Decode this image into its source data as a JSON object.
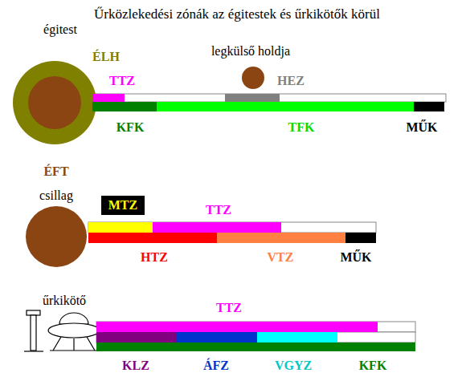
{
  "diagram": {
    "title": "Űrközlekedési zónák az égitestek és űrkikötők körül",
    "nodes": [
      {
        "text": [
          "ÉLH"
        ]
      },
      {
        "text": [
          "ÉFT"
        ],
        "in": 0
      },
      {
        "text": [
          "TTZ"
        ]
      },
      {
        "text": [
          "legkülső holdja"
        ]
      },
      {
        "text": [
          "HEZ"
        ]
      },
      {
        "text": [
          "KFK"
        ]
      },
      {
        "text": [
          "TFK"
        ]
      },
      {
        "text": [
          "MŰK"
        ]
      },
      {
        "text": [
          "csillag"
        ]
      },
      {
        "text": [
          "MTZ"
        ]
      },
      {
        "text": [
          "TTZ"
        ]
      },
      {
        "text": [
          "HTZ"
        ]
      },
      {
        "text": [
          "VTZ"
        ]
      },
      {
        "text": [
          "MŰK"
        ]
      },
      {
        "text": [
          "TTZ"
        ]
      },
      {
        "text": [
          "KLZ"
        ]
      },
      {
        "text": [
          "ÁFZ"
        ]
      },
      {
        "text": [
          "VGYZ"
        ]
      },
      {
        "text": [
          "KFK"
        ]
      }
    ],
    "labels": [
      "égitest",
      "űrkikötő"
    ]
  }
}
